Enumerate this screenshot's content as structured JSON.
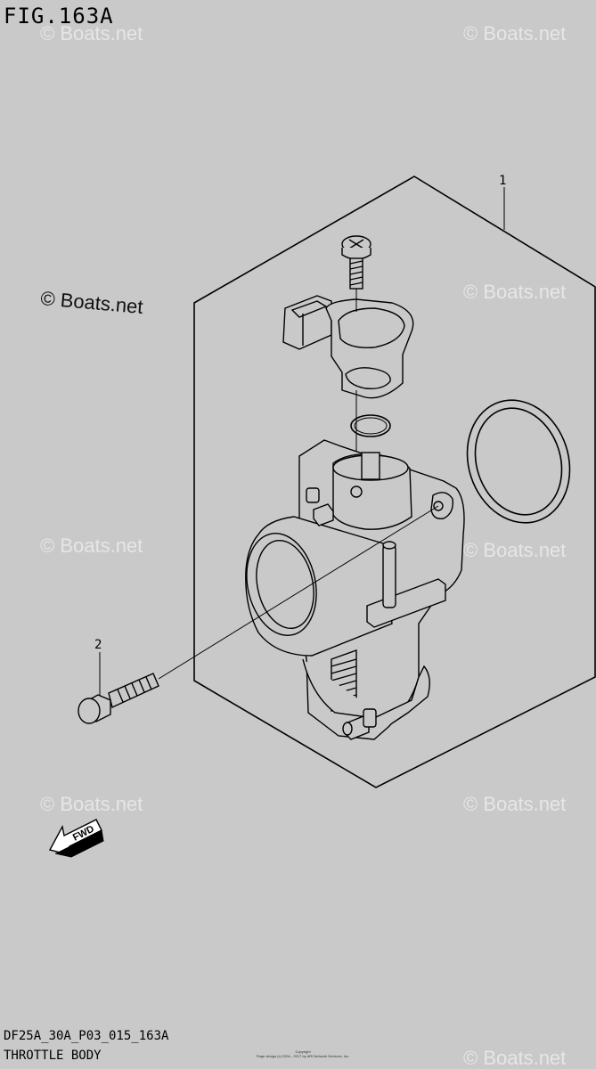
{
  "figure": {
    "title": "FIG.163A",
    "code": "DF25A_30A_P03_015_163A",
    "name": "THROTTLE BODY"
  },
  "callouts": [
    {
      "number": "1"
    },
    {
      "number": "2"
    }
  ],
  "labels": {
    "fwd": "FWD"
  },
  "watermarks": {
    "dark": "© Boats.net",
    "light": "© Boats.net"
  },
  "copyright": {
    "line1": "Copyright",
    "line2": "Page design (c) 2004 - 2017 by ARI Network Services, Inc."
  },
  "colors": {
    "background": "#c9c9c9",
    "line": "#000000",
    "watermark": "#e6e6e6"
  }
}
